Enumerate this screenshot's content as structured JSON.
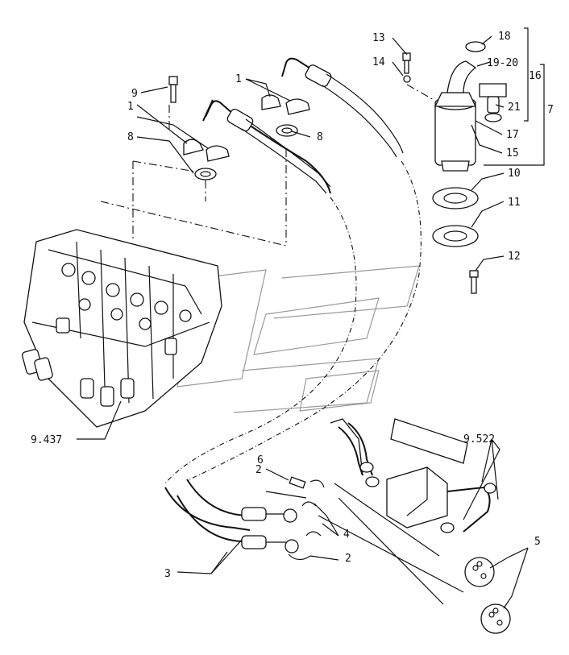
{
  "callouts": [
    {
      "id": "c1a",
      "text": "1"
    },
    {
      "id": "c1b",
      "text": "1"
    },
    {
      "id": "c2a",
      "text": "2"
    },
    {
      "id": "c2b",
      "text": "2"
    },
    {
      "id": "c3",
      "text": "3"
    },
    {
      "id": "c4",
      "text": "4"
    },
    {
      "id": "c5",
      "text": "5"
    },
    {
      "id": "c6",
      "text": "6"
    },
    {
      "id": "c7",
      "text": "7"
    },
    {
      "id": "c8a",
      "text": "8"
    },
    {
      "id": "c8b",
      "text": "8"
    },
    {
      "id": "c9",
      "text": "9"
    },
    {
      "id": "c10",
      "text": "10"
    },
    {
      "id": "c11",
      "text": "11"
    },
    {
      "id": "c12",
      "text": "12"
    },
    {
      "id": "c13",
      "text": "13"
    },
    {
      "id": "c14",
      "text": "14"
    },
    {
      "id": "c15",
      "text": "15"
    },
    {
      "id": "c16",
      "text": "16"
    },
    {
      "id": "c17",
      "text": "17"
    },
    {
      "id": "c18",
      "text": "18"
    },
    {
      "id": "c1920",
      "text": "19-20"
    },
    {
      "id": "c21",
      "text": "21"
    },
    {
      "id": "cref437",
      "text": "9.437"
    },
    {
      "id": "cref522",
      "text": "9.522"
    }
  ]
}
